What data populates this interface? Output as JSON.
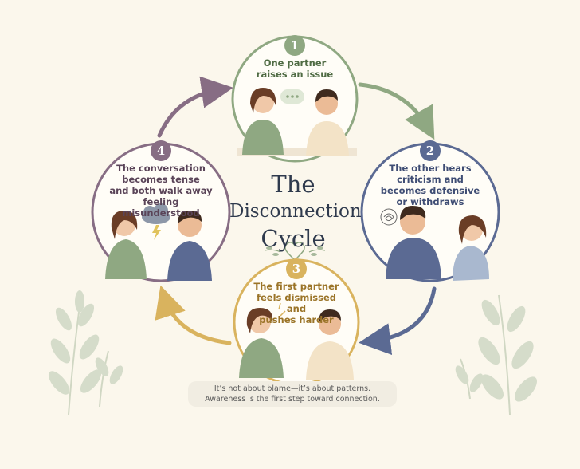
{
  "title": {
    "line1": "The",
    "line2": "Disconnection",
    "line3": "Cycle"
  },
  "steps": [
    {
      "number": "1",
      "lines": [
        "One partner",
        "raises an issue"
      ],
      "color": "#8fa882"
    },
    {
      "number": "2",
      "lines": [
        "The other hears",
        "criticism and",
        "becomes defensive",
        "or withdraws"
      ],
      "color": "#5b6a93"
    },
    {
      "number": "3",
      "lines": [
        "The first partner",
        "feels dismissed and",
        "pushes harder"
      ],
      "color": "#d9b35e"
    },
    {
      "number": "4",
      "lines": [
        "The conversation",
        "becomes tense",
        "and both walk away",
        "feeling misunderstood"
      ],
      "color": "#876d84"
    }
  ],
  "footnote": {
    "line1": "It’s not about blame—it’s about patterns.",
    "line2": "Awareness is the first step toward connection."
  },
  "colors": {
    "background": "#fbf7ec",
    "arrow_green": "#8fa882",
    "arrow_blue": "#5b6a93",
    "arrow_gold": "#d9b35e",
    "arrow_purple": "#876d84",
    "title": "#2f3a4d"
  }
}
